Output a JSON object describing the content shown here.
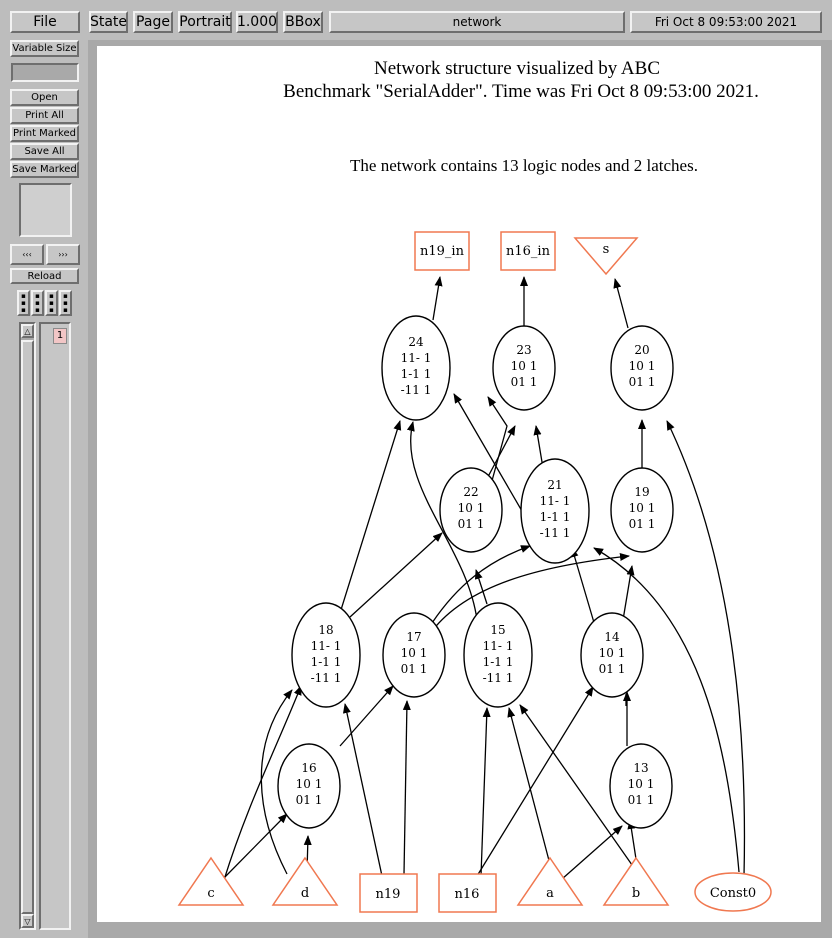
{
  "menu": {
    "file": "File"
  },
  "toolbar": {
    "state": "State",
    "page": "Page",
    "orientation": "Portrait",
    "zoom": "1.000",
    "bbox": "BBox",
    "filename": "network",
    "date": "Fri Oct  8 09:53:00 2021"
  },
  "sidebar": {
    "variable_size": "Variable Size",
    "open": "Open",
    "print_all": "Print All",
    "print_marked": "Print Marked",
    "save_all": "Save All",
    "save_marked": "Save Marked",
    "prev_page": "‹‹‹",
    "next_page": "›››",
    "reload": "Reload",
    "page_number": "1"
  },
  "graph": {
    "title": "Network structure visualized by ABC",
    "subtitle": "Benchmark \"SerialAdder\". Time was Fri Oct  8 09:53:00 2021.",
    "summary": "The network contains 13 logic nodes and 2 latches.",
    "outputs": {
      "n19_in": "n19_in",
      "n16_in": "n16_in",
      "s": "s"
    },
    "nodes": {
      "n24": {
        "id": "24",
        "l1": "11- 1",
        "l2": "1-1 1",
        "l3": "-11 1"
      },
      "n23": {
        "id": "23",
        "l1": "10 1",
        "l2": "01 1"
      },
      "n20": {
        "id": "20",
        "l1": "10 1",
        "l2": "01 1"
      },
      "n22": {
        "id": "22",
        "l1": "10 1",
        "l2": "01 1"
      },
      "n21": {
        "id": "21",
        "l1": "11- 1",
        "l2": "1-1 1",
        "l3": "-11 1"
      },
      "n19": {
        "id": "19",
        "l1": "10 1",
        "l2": "01 1"
      },
      "n18": {
        "id": "18",
        "l1": "11- 1",
        "l2": "1-1 1",
        "l3": "-11 1"
      },
      "n17": {
        "id": "17",
        "l1": "10 1",
        "l2": "01 1"
      },
      "n15": {
        "id": "15",
        "l1": "11- 1",
        "l2": "1-1 1",
        "l3": "-11 1"
      },
      "n14": {
        "id": "14",
        "l1": "10 1",
        "l2": "01 1"
      },
      "n16": {
        "id": "16",
        "l1": "10 1",
        "l2": "01 1"
      },
      "n13": {
        "id": "13",
        "l1": "10 1",
        "l2": "01 1"
      }
    },
    "inputs": {
      "c": "c",
      "d": "d",
      "n19": "n19",
      "n16": "n16",
      "a": "a",
      "b": "b",
      "const0": "Const0"
    },
    "colors": {
      "io_stroke": "#f07850",
      "edge": "#000000"
    }
  }
}
